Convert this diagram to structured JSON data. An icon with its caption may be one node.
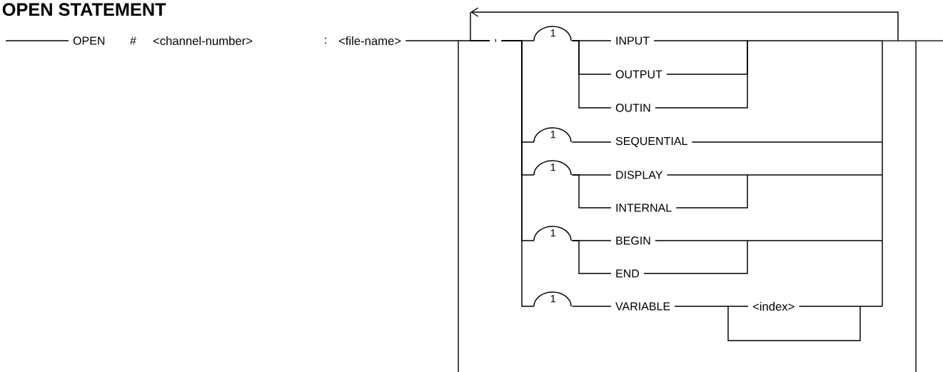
{
  "diagram": {
    "title": "OPEN STATEMENT",
    "nodes": [
      {
        "text": [
          "OPEN"
        ]
      },
      {
        "text": [
          "#"
        ]
      },
      {
        "text": [
          "<channel-number>"
        ]
      },
      {
        "text": [
          ":"
        ]
      },
      {
        "text": [
          "<file-name>"
        ]
      },
      {
        "text": [
          ","
        ]
      },
      {
        "text": [
          "1"
        ]
      },
      {
        "text": [
          "INPUT"
        ]
      },
      {
        "text": [
          "OUTPUT"
        ]
      },
      {
        "text": [
          "OUTIN"
        ]
      },
      {
        "text": [
          "1"
        ]
      },
      {
        "text": [
          "SEQUENTIAL"
        ]
      },
      {
        "text": [
          "1"
        ]
      },
      {
        "text": [
          "DISPLAY"
        ]
      },
      {
        "text": [
          "INTERNAL"
        ]
      },
      {
        "text": [
          "1"
        ]
      },
      {
        "text": [
          "BEGIN"
        ]
      },
      {
        "text": [
          "END"
        ]
      },
      {
        "text": [
          "1"
        ]
      },
      {
        "text": [
          "VARIABLE"
        ]
      },
      {
        "text": [
          "<index>"
        ]
      }
    ],
    "edges": [
      {
        "from": null,
        "to": 0,
        "arrow": "none"
      },
      {
        "from": 4,
        "to": 5,
        "arrow": "none"
      },
      {
        "from": null,
        "to": 5,
        "arrow": "to"
      },
      {
        "from": 5,
        "to": 6,
        "arrow": "none"
      },
      {
        "from": 5,
        "to": 10,
        "arrow": "none"
      },
      {
        "from": 5,
        "to": 12,
        "arrow": "none"
      },
      {
        "from": 5,
        "to": 15,
        "arrow": "none"
      },
      {
        "from": 5,
        "to": 18,
        "arrow": "none"
      },
      {
        "from": 6,
        "to": 7,
        "arrow": "none"
      },
      {
        "from": 6,
        "to": 8,
        "arrow": "none"
      },
      {
        "from": 6,
        "to": 9,
        "arrow": "none"
      },
      {
        "from": 10,
        "to": 11,
        "arrow": "none"
      },
      {
        "from": 12,
        "to": 13,
        "arrow": "none"
      },
      {
        "from": 12,
        "to": 14,
        "arrow": "none"
      },
      {
        "from": 15,
        "to": 16,
        "arrow": "none"
      },
      {
        "from": 15,
        "to": 17,
        "arrow": "none"
      },
      {
        "from": 18,
        "to": 19,
        "arrow": "none"
      },
      {
        "from": 19,
        "to": 20,
        "arrow": "none"
      },
      {
        "from": 7,
        "to": null,
        "arrow": "none"
      },
      {
        "from": 8,
        "to": null,
        "arrow": "none"
      },
      {
        "from": 9,
        "to": null,
        "arrow": "none"
      },
      {
        "from": 11,
        "to": null,
        "arrow": "none"
      },
      {
        "from": 13,
        "to": null,
        "arrow": "none"
      },
      {
        "from": 14,
        "to": null,
        "arrow": "none"
      },
      {
        "from": 16,
        "to": null,
        "arrow": "none"
      },
      {
        "from": 17,
        "to": null,
        "arrow": "none"
      },
      {
        "from": 20,
        "to": null,
        "arrow": "none"
      }
    ]
  }
}
